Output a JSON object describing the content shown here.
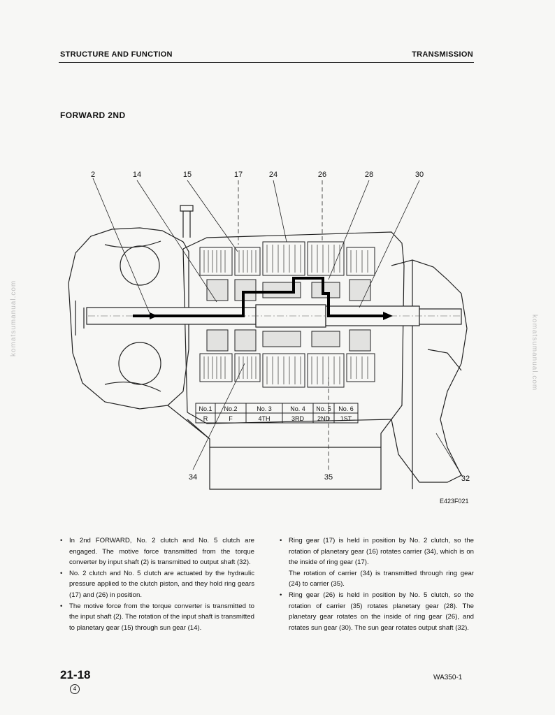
{
  "header": {
    "section": "STRUCTURE AND FUNCTION",
    "chapter": "TRANSMISSION"
  },
  "title": "FORWARD 2ND",
  "figure": {
    "callouts": [
      "2",
      "14",
      "15",
      "17",
      "24",
      "26",
      "28",
      "30",
      "34",
      "35",
      "32"
    ],
    "clutch_table": {
      "numbers": [
        "No.1",
        "No.2",
        "No. 3",
        "No. 4",
        "No. 5",
        "No. 6"
      ],
      "speeds": [
        "R",
        "F",
        "4TH",
        "3RD",
        "2ND",
        "1ST"
      ]
    },
    "figure_id": "E423F021"
  },
  "body": {
    "left": [
      "In 2nd FORWARD, No. 2 clutch and No. 5 clutch are engaged. The motive force transmitted from the torque converter by input shaft (2) is transmitted to output shaft (32).",
      "No. 2 clutch and No. 5 clutch are actuated by the hydraulic pressure applied to the clutch piston, and they hold ring gears (17) and (26) in position.",
      "The motive force from the torque converter is transmitted to the input shaft (2). The rotation of the input shaft is transmitted to planetary gear (15) through sun gear (14)."
    ],
    "right": [
      "Ring gear (17) is held in position by No. 2 clutch, so the rotation of planetary gear (16) rotates carrier (34), which is on the inside of ring gear (17).",
      "The rotation of carrier (34) is transmitted through ring gear (24) to carrier (35).",
      "Ring gear (26) is held in position by No. 5 clutch, so the rotation of carrier (35) rotates planetary gear (28). The planetary gear rotates on the inside of ring gear (26), and rotates sun gear (30). The sun gear rotates output shaft (32)."
    ]
  },
  "footer": {
    "page": "21-18",
    "revision": "4",
    "model": "WA350-1"
  },
  "watermark": "komatsumanual.com"
}
